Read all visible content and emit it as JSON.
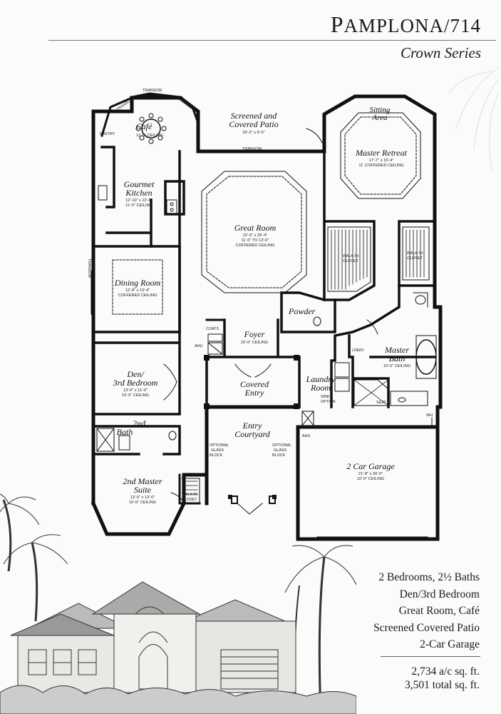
{
  "header": {
    "title_first": "P",
    "title_rest": "AMPLONA/714",
    "series": "Crown Series"
  },
  "rooms": {
    "screened_patio": {
      "name_l1": "Screened and",
      "name_l2": "Covered Patio",
      "dims": "20'-2\" x 9'-0\""
    },
    "sitting_area": {
      "name_l1": "Sitting",
      "name_l2": "Area"
    },
    "master_retreat": {
      "name": "Master Retreat",
      "dims": "17'-7\" x 19'-4\"",
      "ceiling": "11' COFFERED CEILING"
    },
    "cafe": {
      "name": "Café",
      "ceiling": "11'-0\" CEILING"
    },
    "pantry": "PANTRY",
    "kitchen": {
      "name_l1": "Gourmet",
      "name_l2": "Kitchen",
      "dims": "12'-10\" x 22'-8\"",
      "ceiling": "11'-0\" CEILING"
    },
    "great_room": {
      "name": "Great Room",
      "dims": "22'-5\" x 25'-4\"",
      "ceiling1": "11'-0\" TO 13'-0\"",
      "ceiling2": "COFFERED CEILING"
    },
    "walkin_1": {
      "l1": "WALK-IN",
      "l2": "CLOSET"
    },
    "walkin_2": {
      "l1": "WALK-IN",
      "l2": "CLOSET"
    },
    "dining": {
      "name": "Dining Room",
      "dims": "12'-8\" x 13'-4\"",
      "ceiling": "COFFERED CEILING"
    },
    "powder": "Powder",
    "coats": "COATS",
    "ahu": "AHU",
    "ahu2": "AHU",
    "foyer": {
      "name": "Foyer",
      "ceiling": "15'-0\" CEILING"
    },
    "linen": "LINEN",
    "master_bath": {
      "name_l1": "Master",
      "name_l2": "Bath",
      "ceiling": "10'-0\" CEILING"
    },
    "den": {
      "name_l1": "Den/",
      "name_l2": "3rd Bedroom",
      "dims": "13'-0\" x 11'-0\"",
      "ceiling": "10'-0\" CEILING"
    },
    "covered_entry": {
      "name_l1": "Covered",
      "name_l2": "Entry"
    },
    "laundry": {
      "name_l1": "Laundry",
      "name_l2": "Room"
    },
    "sink_option": {
      "l1": "SINK",
      "l2": "OPTION"
    },
    "seat": "SEAT",
    "wh": "WH",
    "bath2": {
      "name_l1": "2nd",
      "name_l2": "Bath"
    },
    "courtyard": {
      "name_l1": "Entry",
      "name_l2": "Courtyard"
    },
    "glass_left": {
      "l1": "OPTIONAL",
      "l2": "GLASS",
      "l3": "BLOCK"
    },
    "glass_right": {
      "l1": "OPTIONAL",
      "l2": "GLASS",
      "l3": "BLOCK"
    },
    "garage": {
      "name": "2 Car Garage",
      "dims": "21'-8\" x 20'-0\"",
      "ceiling": "10'-0\" CEILING"
    },
    "master_suite2": {
      "name_l1": "2nd Master",
      "name_l2": "Suite",
      "dims": "13'-0\" x 13'-0\"",
      "ceiling": "10'-0\" CEILING"
    },
    "walkin_3": {
      "l1": "WALK-IN",
      "l2": "CLOSET"
    },
    "transom_top": "TRANSOM",
    "transom_left": "TRANSOM",
    "transom_right": "TRANSOM",
    "transom_patio": "TRANSOM",
    "transom_dining": "TRANSOM"
  },
  "features": [
    "2 Bedrooms, 2½ Baths",
    "Den/3rd Bedroom",
    "Great Room, Café",
    "Screened Covered Patio",
    "2-Car Garage"
  ],
  "sqft": {
    "ac": "2,734 a/c sq. ft.",
    "total": "3,501 total sq. ft."
  }
}
